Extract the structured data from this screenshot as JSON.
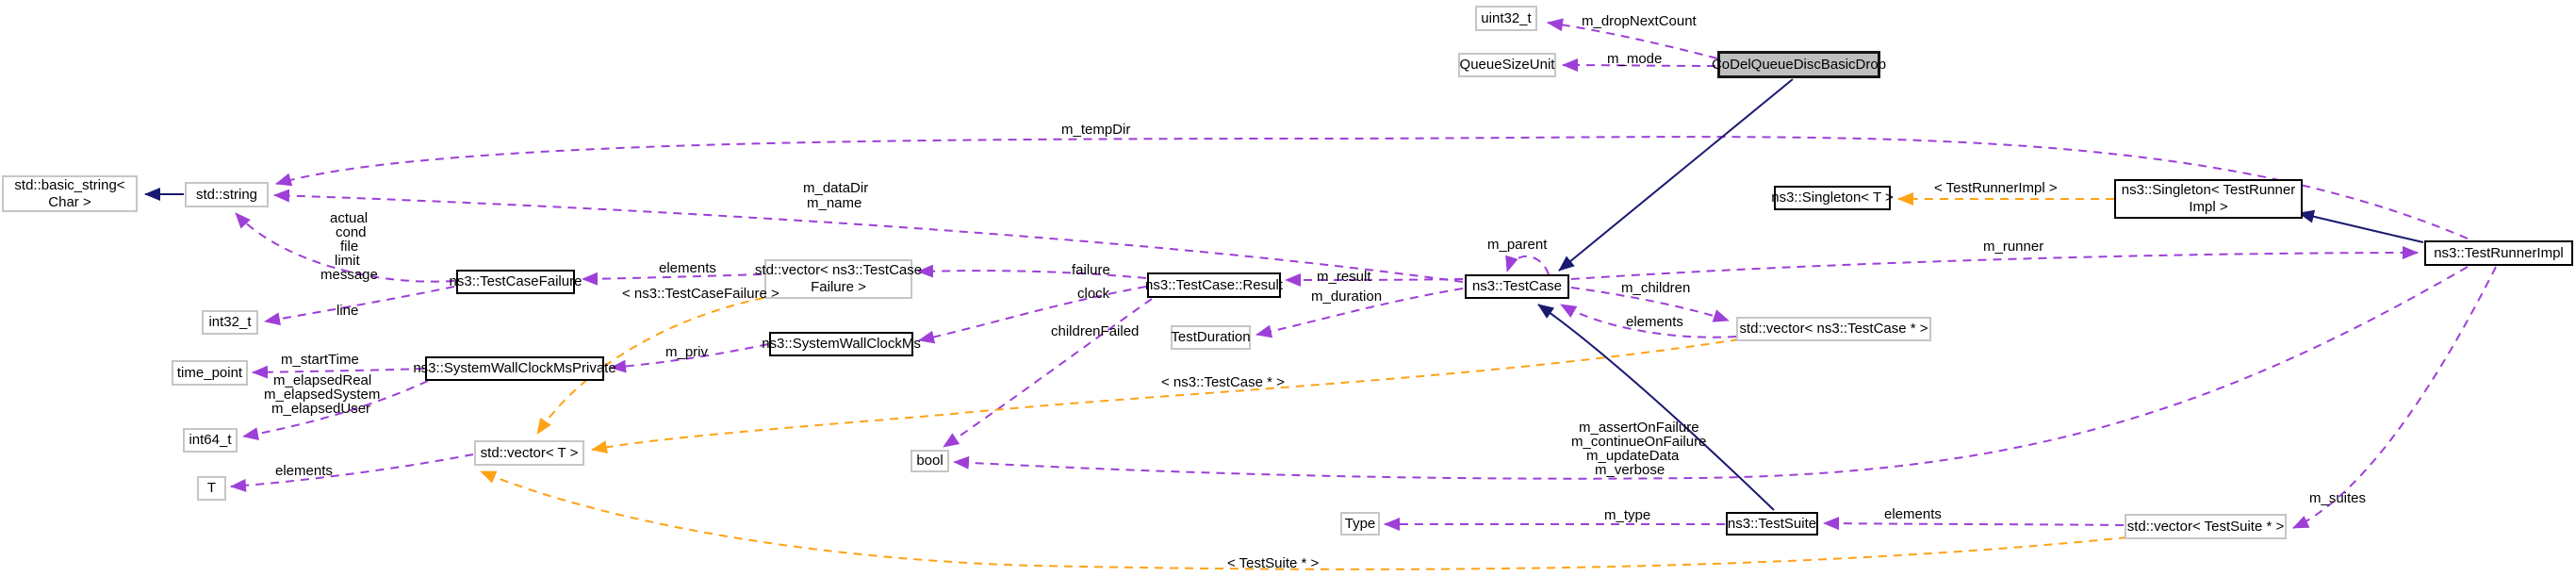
{
  "diagram": {
    "kind": "doxygen-collaboration-graph",
    "colors": {
      "usage_edge": "#9e3fd8",
      "template_edge": "#ffa216",
      "inheritance_edge": "#191970",
      "plain_node_border": "#c6c6c6",
      "class_node_border": "#000000",
      "current_node_fill": "#bfbfbf",
      "background": "#ffffff"
    },
    "nodes": [
      {
        "id": "uint32_t",
        "label": "uint32_t",
        "kind": "plain"
      },
      {
        "id": "QueueSizeUnit",
        "label": "QueueSizeUnit",
        "kind": "plain"
      },
      {
        "id": "CoDelQueueDiscBasicDrop",
        "label": "CoDelQueueDiscBasicDrop",
        "kind": "current"
      },
      {
        "id": "std-basic_string",
        "label": "std::basic_string<",
        "label2": "Char >",
        "kind": "plain"
      },
      {
        "id": "std-string",
        "label": "std::string",
        "kind": "plain"
      },
      {
        "id": "ns3-Singleton-T",
        "label": "ns3::Singleton< T >",
        "kind": "class"
      },
      {
        "id": "ns3-Singleton-TestRunnerImpl",
        "label": "ns3::Singleton< TestRunner",
        "label2": "Impl >",
        "kind": "class"
      },
      {
        "id": "ns3-TestRunnerImpl",
        "label": "ns3::TestRunnerImpl",
        "kind": "class"
      },
      {
        "id": "ns3-TestCaseFailure",
        "label": "ns3::TestCaseFailure",
        "kind": "class"
      },
      {
        "id": "int32_t",
        "label": "int32_t",
        "kind": "plain"
      },
      {
        "id": "std-vector-TestCaseFailure",
        "label": "std::vector< ns3::TestCase",
        "label2": "Failure >",
        "kind": "plain"
      },
      {
        "id": "ns3-TestCase-Result",
        "label": "ns3::TestCase::Result",
        "kind": "class"
      },
      {
        "id": "ns3-TestCase",
        "label": "ns3::TestCase",
        "kind": "class"
      },
      {
        "id": "std-vector-TestCase-ptr",
        "label": "std::vector< ns3::TestCase * >",
        "kind": "plain"
      },
      {
        "id": "TestDuration",
        "label": "TestDuration",
        "kind": "plain"
      },
      {
        "id": "ns3-SystemWallClockMs",
        "label": "ns3::SystemWallClockMs",
        "kind": "class"
      },
      {
        "id": "time_point",
        "label": "time_point",
        "kind": "plain"
      },
      {
        "id": "ns3-SystemWallClockMsPrivate",
        "label": "ns3::SystemWallClockMsPrivate",
        "kind": "class"
      },
      {
        "id": "int64_t",
        "label": "int64_t",
        "kind": "plain"
      },
      {
        "id": "std-vector-T",
        "label": "std::vector< T >",
        "kind": "plain"
      },
      {
        "id": "T",
        "label": "T",
        "kind": "plain"
      },
      {
        "id": "bool",
        "label": "bool",
        "kind": "plain"
      },
      {
        "id": "Type",
        "label": "Type",
        "kind": "plain"
      },
      {
        "id": "ns3-TestSuite",
        "label": "ns3::TestSuite",
        "kind": "class"
      },
      {
        "id": "std-vector-TestSuite-ptr",
        "label": "std::vector< TestSuite * >",
        "kind": "plain"
      }
    ],
    "edge_labels": [
      {
        "text": "m_dropNextCount"
      },
      {
        "text": "m_mode"
      },
      {
        "text": "m_tempDir"
      },
      {
        "text": "m_dataDir"
      },
      {
        "text": "m_name"
      },
      {
        "text": "actual"
      },
      {
        "text": "cond"
      },
      {
        "text": "file"
      },
      {
        "text": "limit"
      },
      {
        "text": "message"
      },
      {
        "text": "line"
      },
      {
        "text": "elements"
      },
      {
        "text": "< ns3::TestCaseFailure >"
      },
      {
        "text": "failure"
      },
      {
        "text": "clock"
      },
      {
        "text": "childrenFailed"
      },
      {
        "text": "m_result"
      },
      {
        "text": "m_duration"
      },
      {
        "text": "m_parent"
      },
      {
        "text": "m_runner"
      },
      {
        "text": "m_children"
      },
      {
        "text": "elements"
      },
      {
        "text": "< ns3::TestCase * >"
      },
      {
        "text": "m_startTime"
      },
      {
        "text": "m_elapsedReal"
      },
      {
        "text": "m_elapsedSystem"
      },
      {
        "text": "m_elapsedUser"
      },
      {
        "text": "elements"
      },
      {
        "text": "m_priv"
      },
      {
        "text": "< TestRunnerImpl >"
      },
      {
        "text": "m_assertOnFailure"
      },
      {
        "text": "m_continueOnFailure"
      },
      {
        "text": "m_updateData"
      },
      {
        "text": "m_verbose"
      },
      {
        "text": "m_type"
      },
      {
        "text": "elements"
      },
      {
        "text": "m_suites"
      },
      {
        "text": "< TestSuite * >"
      }
    ],
    "edges": [
      {
        "from": "CoDelQueueDiscBasicDrop",
        "to": "uint32_t",
        "label": "m_dropNextCount",
        "kind": "usage"
      },
      {
        "from": "CoDelQueueDiscBasicDrop",
        "to": "QueueSizeUnit",
        "label": "m_mode",
        "kind": "usage"
      },
      {
        "from": "CoDelQueueDiscBasicDrop",
        "to": "ns3-TestCase",
        "label": "",
        "kind": "inheritance"
      },
      {
        "from": "std-string",
        "to": "std-basic_string",
        "label": "",
        "kind": "inheritance"
      },
      {
        "from": "ns3-TestRunnerImpl",
        "to": "std-string",
        "label": "m_tempDir",
        "kind": "usage"
      },
      {
        "from": "ns3-TestCase",
        "to": "std-string",
        "label": "m_dataDir m_name",
        "kind": "usage"
      },
      {
        "from": "ns3-TestCaseFailure",
        "to": "std-string",
        "label": "actual cond file limit message",
        "kind": "usage"
      },
      {
        "from": "ns3-TestCaseFailure",
        "to": "int32_t",
        "label": "line",
        "kind": "usage"
      },
      {
        "from": "std-vector-TestCaseFailure",
        "to": "ns3-TestCaseFailure",
        "label": "elements",
        "kind": "usage"
      },
      {
        "from": "std-vector-TestCaseFailure",
        "to": "std-vector-T",
        "label": "< ns3::TestCaseFailure >",
        "kind": "template"
      },
      {
        "from": "ns3-TestCase-Result",
        "to": "std-vector-TestCaseFailure",
        "label": "failure",
        "kind": "usage"
      },
      {
        "from": "ns3-TestCase-Result",
        "to": "ns3-SystemWallClockMs",
        "label": "clock",
        "kind": "usage"
      },
      {
        "from": "ns3-TestCase-Result",
        "to": "bool",
        "label": "childrenFailed",
        "kind": "usage"
      },
      {
        "from": "ns3-TestCase",
        "to": "ns3-TestCase-Result",
        "label": "m_result",
        "kind": "usage"
      },
      {
        "from": "ns3-TestCase",
        "to": "TestDuration",
        "label": "m_duration",
        "kind": "usage"
      },
      {
        "from": "ns3-TestCase",
        "to": "ns3-TestCase",
        "label": "m_parent",
        "kind": "usage"
      },
      {
        "from": "ns3-TestCase",
        "to": "std-vector-TestCase-ptr",
        "label": "m_children",
        "kind": "usage"
      },
      {
        "from": "std-vector-TestCase-ptr",
        "to": "ns3-TestCase",
        "label": "elements",
        "kind": "usage"
      },
      {
        "from": "std-vector-TestCase-ptr",
        "to": "std-vector-T",
        "label": "< ns3::TestCase * >",
        "kind": "template"
      },
      {
        "from": "ns3-TestCase",
        "to": "ns3-TestRunnerImpl",
        "label": "m_runner",
        "kind": "usage"
      },
      {
        "from": "ns3-SystemWallClockMs",
        "to": "ns3-SystemWallClockMsPrivate",
        "label": "m_priv",
        "kind": "usage"
      },
      {
        "from": "ns3-SystemWallClockMsPrivate",
        "to": "time_point",
        "label": "m_startTime",
        "kind": "usage"
      },
      {
        "from": "ns3-SystemWallClockMsPrivate",
        "to": "int64_t",
        "label": "m_elapsedReal m_elapsedSystem m_elapsedUser",
        "kind": "usage"
      },
      {
        "from": "std-vector-T",
        "to": "T",
        "label": "elements",
        "kind": "usage"
      },
      {
        "from": "ns3-Singleton-TestRunnerImpl",
        "to": "ns3-Singleton-T",
        "label": "< TestRunnerImpl >",
        "kind": "template"
      },
      {
        "from": "ns3-TestRunnerImpl",
        "to": "ns3-Singleton-TestRunnerImpl",
        "label": "",
        "kind": "inheritance"
      },
      {
        "from": "ns3-TestRunnerImpl",
        "to": "bool",
        "label": "m_assertOnFailure m_continueOnFailure m_updateData m_verbose",
        "kind": "usage"
      },
      {
        "from": "ns3-TestRunnerImpl",
        "to": "std-vector-TestSuite-ptr",
        "label": "m_suites",
        "kind": "usage"
      },
      {
        "from": "ns3-TestSuite",
        "to": "ns3-TestCase",
        "label": "",
        "kind": "inheritance"
      },
      {
        "from": "ns3-TestSuite",
        "to": "Type",
        "label": "m_type",
        "kind": "usage"
      },
      {
        "from": "std-vector-TestSuite-ptr",
        "to": "ns3-TestSuite",
        "label": "elements",
        "kind": "usage"
      },
      {
        "from": "std-vector-TestSuite-ptr",
        "to": "std-vector-T",
        "label": "< TestSuite * >",
        "kind": "template"
      }
    ]
  }
}
